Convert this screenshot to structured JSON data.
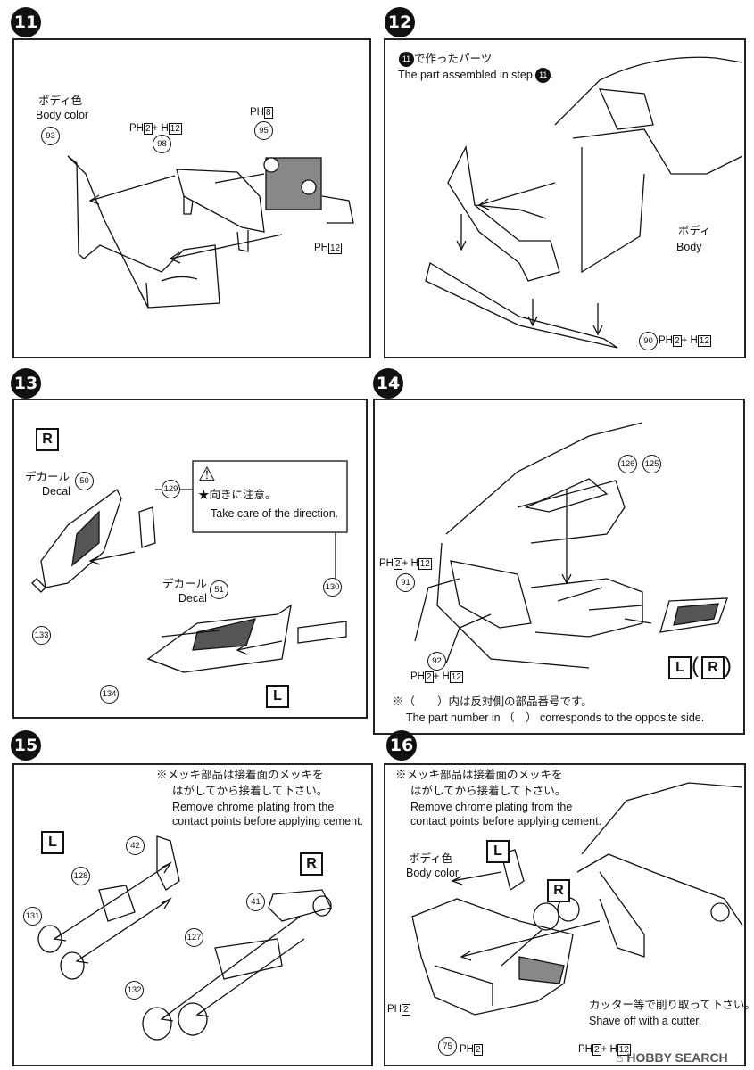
{
  "steps": {
    "s11": {
      "no": "11",
      "body_color_jp": "ボディ色",
      "body_color_en": "Body color",
      "n93": "93",
      "n98": "98",
      "n95": "95",
      "g98": "PH",
      "g98a": "2",
      "g98plus": "+ H",
      "g98b": "12",
      "g95": "PH",
      "g95a": "8",
      "g12": "PH",
      "g12a": "12"
    },
    "s12": {
      "no": "12",
      "note_jp_mid": "で作ったパーツ",
      "note_circle": "11",
      "note_en": "The part assembled in step",
      "note_en_circle": "11",
      "body_jp": "ボディ",
      "body_en": "Body",
      "n90": "90",
      "g90": "PH",
      "g90a": "2",
      "g90plus": "+ H",
      "g90b": "12"
    },
    "s13": {
      "no": "13",
      "side_r": "R",
      "side_l": "L",
      "decal_jp": "デカール",
      "decal_en": "Decal",
      "n50": "50",
      "n51": "51",
      "decal2_jp": "デカール",
      "decal2_en": "Decal",
      "n129": "129",
      "n130": "130",
      "n133": "133",
      "n134": "134",
      "warn_jp": "★向きに注意。",
      "warn_en": "Take care of the direction."
    },
    "s14": {
      "no": "14",
      "n126": "126",
      "n125": "125",
      "n91": "91",
      "n92": "92",
      "g91": "PH",
      "g91a": "2",
      "g91plus": "+ H",
      "g91b": "12",
      "g92": "PH",
      "g92a": "2",
      "g92plus": "+ H",
      "g92b": "12",
      "side_l": "L",
      "side_r": "R",
      "note_jp": "※（　　）内は反対側の部品番号です。",
      "note_en": "The part number in （　） corresponds to the opposite side."
    },
    "s15": {
      "no": "15",
      "note_jp1": "※メッキ部品は接着面のメッキを",
      "note_jp2": "はがしてから接着して下さい。",
      "note_en1": "Remove chrome plating from the",
      "note_en2": "contact points before applying cement.",
      "side_l": "L",
      "side_r": "R",
      "n42": "42",
      "n128": "128",
      "n131": "131",
      "n41": "41",
      "n127": "127",
      "n132": "132"
    },
    "s16": {
      "no": "16",
      "note_jp1": "※メッキ部品は接着面のメッキを",
      "note_jp2": "はがしてから接着して下さい。",
      "note_en1": "Remove chrome plating from the",
      "note_en2": "contact points before applying cement.",
      "body_color_jp": "ボディ色",
      "body_color_en": "Body color",
      "side_l": "L",
      "side_r": "R",
      "g_left": "PH",
      "g_left_a": "2",
      "n75": "75",
      "g75": "PH",
      "g75a": "2",
      "cut_jp": "カッター等で削り取って下さい。",
      "cut_en": "Shave off with a cutter.",
      "gb": "PH",
      "gba": "2",
      "gbplus": "+ H",
      "gbb": "12"
    }
  },
  "watermark": "HOBBY SEARCH"
}
